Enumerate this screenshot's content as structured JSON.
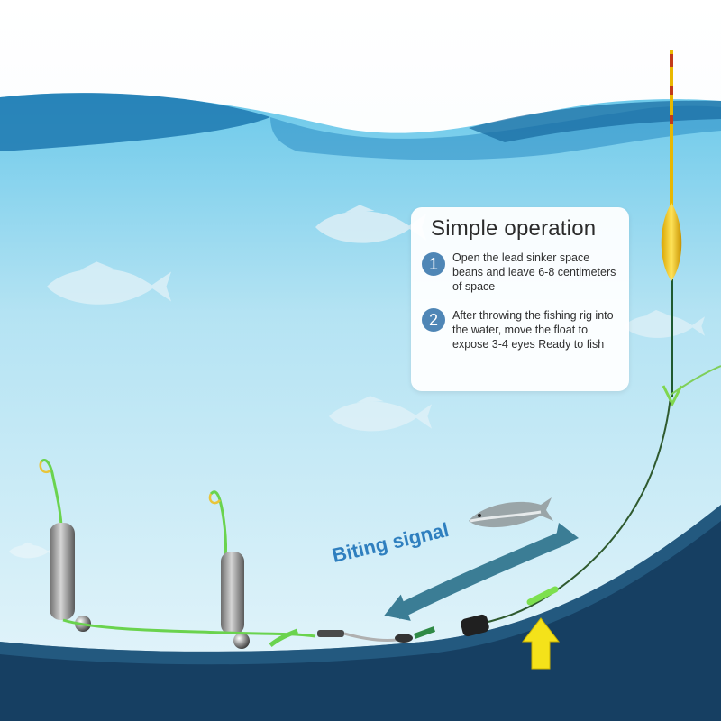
{
  "info_card": {
    "title": "Simple operation",
    "steps": [
      {
        "number": "1",
        "text": "Open the lead sinker space beans and leave 6-8 centimeters of space"
      },
      {
        "number": "2",
        "text": "After throwing the fishing rig into the water, move the float to expose 3-4 eyes Ready to fish"
      }
    ]
  },
  "biting_signal": {
    "label": "Biting signal"
  },
  "colors": {
    "water_light": "#dff3fb",
    "water_mid": "#a9dcef",
    "water_deep": "#1f4f73",
    "seabed": "#143f63",
    "line_green": "#5bd64a",
    "float_yellow": "#f2c81a",
    "arrow_teal": "#3b7d95",
    "indicator_yellow": "#f4e21a",
    "step_circle": "#4f86b6"
  }
}
